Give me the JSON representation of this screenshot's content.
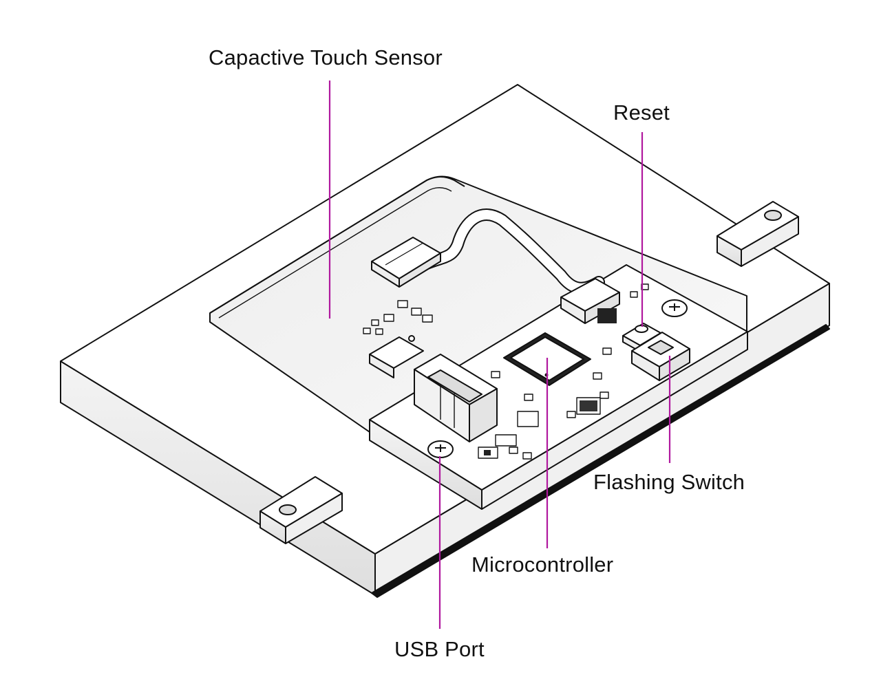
{
  "colors": {
    "leader_line": "#b0189e",
    "outline": "#111111",
    "surface": "#ffffff",
    "shade": "#e9e9e9"
  },
  "labels": {
    "capacitive_touch_sensor": "Capactive Touch Sensor",
    "reset": "Reset",
    "flashing_switch": "Flashing Switch",
    "microcontroller": "Microcontroller",
    "usb_port": "USB Port"
  }
}
